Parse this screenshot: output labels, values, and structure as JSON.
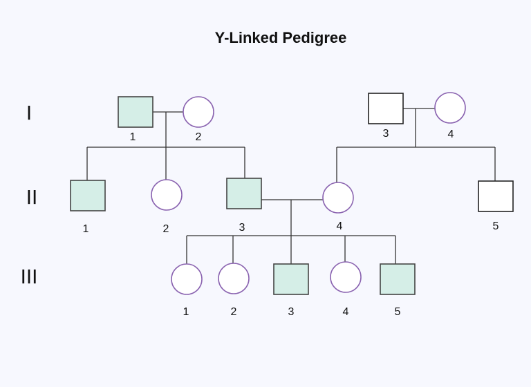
{
  "title": "Y-Linked Pedigree",
  "colors": {
    "affected_fill": "#d5eee7",
    "affected_stroke": "#444444",
    "unaffected_fill": "#ffffff",
    "male_stroke": "#222222",
    "female_stroke": "#8a63b0",
    "line": "#333333"
  },
  "generations": [
    {
      "label": "I",
      "individuals": [
        {
          "number": "1",
          "sex": "male",
          "affected": true
        },
        {
          "number": "2",
          "sex": "female",
          "affected": false
        },
        {
          "number": "3",
          "sex": "male",
          "affected": false
        },
        {
          "number": "4",
          "sex": "female",
          "affected": false
        }
      ]
    },
    {
      "label": "II",
      "individuals": [
        {
          "number": "1",
          "sex": "male",
          "affected": true
        },
        {
          "number": "2",
          "sex": "female",
          "affected": false
        },
        {
          "number": "3",
          "sex": "male",
          "affected": true
        },
        {
          "number": "4",
          "sex": "female",
          "affected": false
        },
        {
          "number": "5",
          "sex": "male",
          "affected": false
        }
      ]
    },
    {
      "label": "III",
      "individuals": [
        {
          "number": "1",
          "sex": "female",
          "affected": false
        },
        {
          "number": "2",
          "sex": "female",
          "affected": false
        },
        {
          "number": "3",
          "sex": "male",
          "affected": true
        },
        {
          "number": "4",
          "sex": "female",
          "affected": false
        },
        {
          "number": "5",
          "sex": "male",
          "affected": true
        }
      ]
    }
  ]
}
